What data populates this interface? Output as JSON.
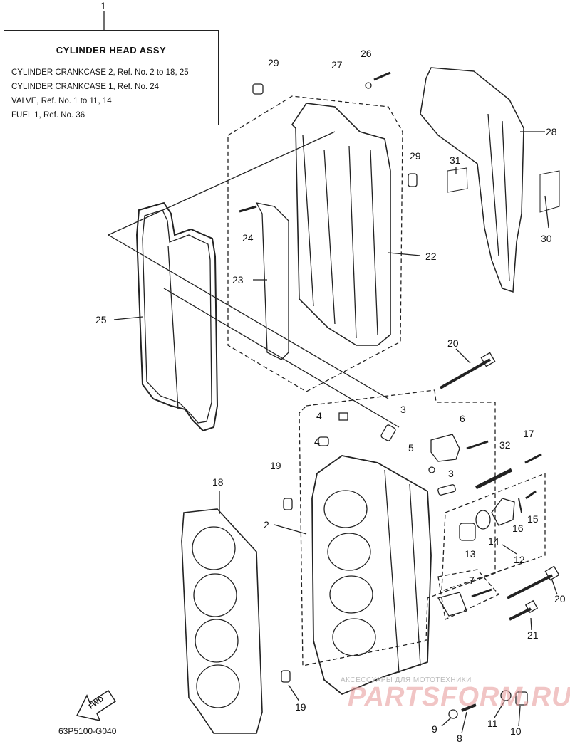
{
  "assembly": {
    "ref_number": "1",
    "title": "CYLINDER HEAD ASSY",
    "lines": [
      "CYLINDER CRANKCASE 2, Ref. No. 2 to 18, 25",
      "CYLINDER CRANKCASE 1,      Ref. No. 24",
      "VALVE,  Ref. No. 1 to 11, 14",
      "FUEL 1,  Ref. No. 36"
    ]
  },
  "callouts": [
    "2",
    "3",
    "3",
    "4",
    "4",
    "5",
    "6",
    "7",
    "8",
    "9",
    "10",
    "11",
    "12",
    "13",
    "14",
    "15",
    "16",
    "17",
    "18",
    "19",
    "19",
    "20",
    "20",
    "21",
    "22",
    "23",
    "24",
    "25",
    "26",
    "27",
    "28",
    "29",
    "29",
    "30",
    "31",
    "32"
  ],
  "fwd_label": "FWD",
  "diagram_code": "63P5100-G040",
  "watermark": {
    "tagline": "АКСЕССУАРЫ ДЛЯ МОТОТЕХНИКИ",
    "brand": "PARTSFORM.RU"
  },
  "colors": {
    "line": "#222222",
    "paper": "#ffffff",
    "watermark": "#e8a0a0"
  }
}
